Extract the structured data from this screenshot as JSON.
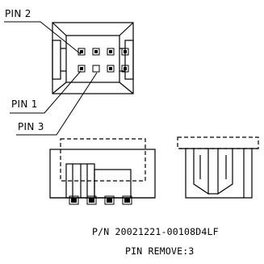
{
  "callouts": {
    "pin2": "PIN 2",
    "pin1": "PIN 1",
    "pin3": "PIN 3"
  },
  "part_number": "P/N 20021221-00108D4LF",
  "pin_remove": "PIN REMOVE:3",
  "pin_grid": {
    "rows": [
      [
        "present",
        "present",
        "present",
        "present"
      ],
      [
        "present",
        "removed",
        "present",
        "present"
      ]
    ]
  }
}
